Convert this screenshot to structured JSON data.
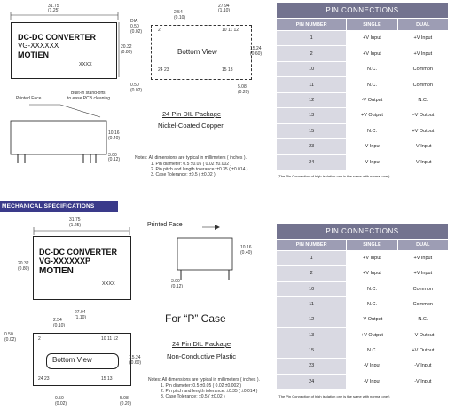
{
  "top": {
    "module": {
      "line1": "DC-DC CONVERTER",
      "line2": "VG-XXXXXX",
      "line3": "MOTIEN",
      "code": "XXXX"
    },
    "dim_width": "31.75",
    "dim_width_in": "(1.25)",
    "dim_height": "20.32",
    "dim_height_in": "(0.80)",
    "printed_face": "Printed Face",
    "standoffs_1": "Built-in stand-offs",
    "standoffs_2": "to ease PCB cleaning",
    "dim_side_h": "10.16",
    "dim_side_h_in": "(0.40)",
    "dim_pin_len": "3.00",
    "dim_pin_len_in": "(0.12)",
    "bottom_view": "Bottom View",
    "dia": "DIA",
    "dia_val": "0.50",
    "dia_in": "(0.02)",
    "pitch": "2.54",
    "pitch_in": "(0.10)",
    "span": "27.94",
    "span_in": "(1.10)",
    "row_span": "15.24",
    "row_span_in": "(0.60)",
    "edge": "0.50",
    "edge_in": "(0.02)",
    "offset": "5.08",
    "offset_in": "(0.20)",
    "pin_tr": "10 11 12",
    "pin_tl": "2",
    "pin_bl": "24 23",
    "pin_br": "15  13",
    "package": "24 Pin DIL Package",
    "material": "Nickel-Coated Copper",
    "notes_title": "Notes: All dimensions are typical in millimeters ( inches ).",
    "note1": "1. Pin diameter: 0.5 ±0.05 ( 0.02 ±0.002 )",
    "note2": "2. Pin pitch and length tolerance:  ±0.35 ( ±0.014 )",
    "note3": "3. Case Tolerance: ±0.5 ( ±0.02 )"
  },
  "mech_title": "MECHANICAL SPECIFICATIONS",
  "bottom": {
    "module": {
      "line1": "DC-DC CONVERTER",
      "line2": "VG-XXXXXXP",
      "line3": "MOTIEN",
      "code": "XXXX"
    },
    "dim_width": "31.75",
    "dim_width_in": "(1.25)",
    "dim_height": "20.32",
    "dim_height_in": "(0.80)",
    "printed_face": "Printed Face",
    "dim_side_h": "10.16",
    "dim_side_h_in": "(0.40)",
    "dim_pin_len": "3.00",
    "dim_pin_len_in": "(0.12)",
    "for_p_case": "For “P” Case",
    "bottom_view": "Bottom View",
    "pitch": "2.54",
    "pitch_in": "(0.10)",
    "span": "27.94",
    "span_in": "(1.10)",
    "row_span": "15.24",
    "row_span_in": "(0.60)",
    "edge": "0.50",
    "edge_in": "(0.02)",
    "edge2": "0.50",
    "edge2_in": "(0.02)",
    "offset": "5.08",
    "offset_in": "(0.20)",
    "pin_tr": "10 11 12",
    "pin_tl": "2",
    "pin_bl": "24 23",
    "pin_br": "15  13",
    "package": "24 Pin DIL Package",
    "material": "Non-Conductive Plastic",
    "notes_title": "Notes: All dimensions are typical in millimeters ( inches ).",
    "note1": "1. Pin diameter: 0.5 ±0.05 ( 0.02 ±0.002 )",
    "note2": "2. Pin pitch and length tolerance:  ±0.35 ( ±0.014 )",
    "note3": "3. Case Tolerance: ±0.5 ( ±0.02 )"
  },
  "pin_table": {
    "title": "PIN CONNECTIONS",
    "headers": [
      "PIN NUMBER",
      "SINGLE",
      "DUAL"
    ],
    "rows": [
      [
        "1",
        "+V Input",
        "+V Input"
      ],
      [
        "2",
        "+V Input",
        "+V Input"
      ],
      [
        "10",
        "N.C.",
        "Common"
      ],
      [
        "11",
        "N.C.",
        "Common"
      ],
      [
        "12",
        "-V Output",
        "N.C."
      ],
      [
        "13",
        "+V Output",
        "−V Output"
      ],
      [
        "15",
        "N.C.",
        "+V Output"
      ],
      [
        "23",
        "-V Input",
        "-V Input"
      ],
      [
        "24",
        "-V Input",
        "-V Input"
      ]
    ],
    "footnote": "(The Pin Connection of high isolation one is the same with normal one.)"
  }
}
